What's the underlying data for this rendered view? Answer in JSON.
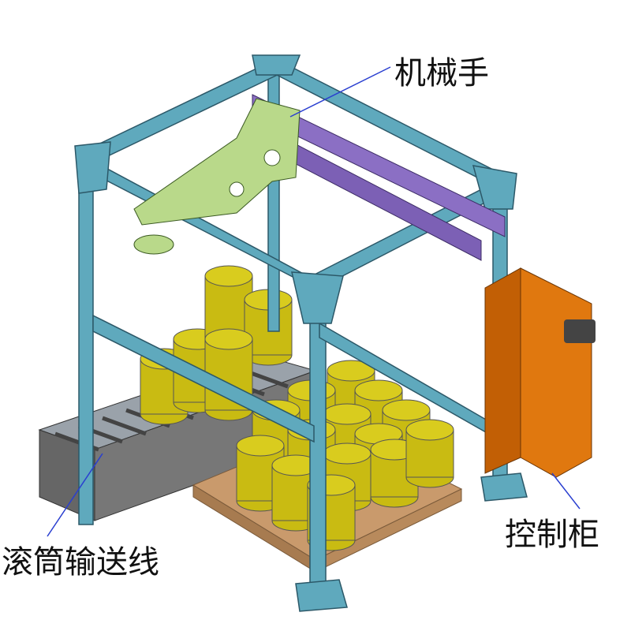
{
  "labels": {
    "manipulator": "机械手",
    "control_cabinet": "控制柜",
    "roller_conveyor": "滚筒输送线"
  },
  "colors": {
    "frame": "#5fa9bd",
    "gantry": "#8b6fc4",
    "arm": "#b9d98a",
    "drum": "#d9cc1e",
    "pallet": "#c99a6c",
    "cabinet": "#e0780f",
    "leader_line": "#2a3fd0"
  }
}
